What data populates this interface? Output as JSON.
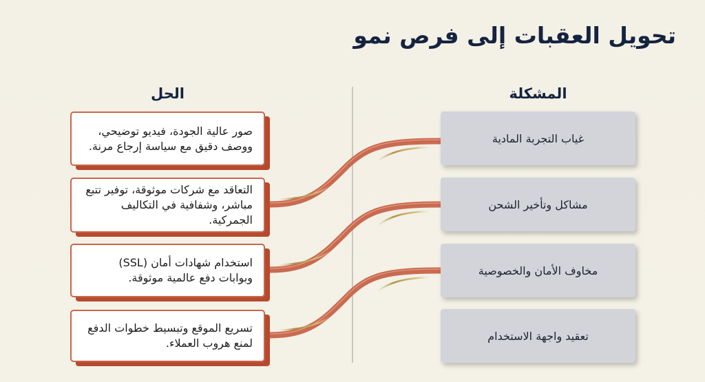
{
  "title": "تحويل العقبات إلى فرص نمو",
  "columns": {
    "problem_header": "المشكلة",
    "solution_header": "الحل"
  },
  "problems": [
    {
      "label": "غياب التجربة المادية"
    },
    {
      "label": "مشاكل وتأخير الشحن"
    },
    {
      "label": "مخاوف الأمان والخصوصية"
    },
    {
      "label": "تعقيد واجهة الاستخدام"
    }
  ],
  "solutions": [
    {
      "label": "صور عالية الجودة، فيديو توضيحي، ووصف دقيق مع سياسة إرجاع مرنة."
    },
    {
      "label": "التعاقد مع شركات موثوقة، توفير تتبع مباشر، وشفافية في التكاليف الجمركية."
    },
    {
      "label": "استخدام شهادات أمان (SSL) وبوابات دفع عالمية موثوقة."
    },
    {
      "label": "تسريع الموقع وتبسيط خطوات الدفع لمنع هروب العملاء."
    }
  ],
  "connections": [
    {
      "from_problem": 1,
      "to_solution": 2
    },
    {
      "from_problem": 2,
      "to_solution": 3
    },
    {
      "from_problem": 3,
      "to_solution": 4
    }
  ],
  "colors": {
    "background": "#f3f0e5",
    "title": "#14233f",
    "problem_fill": "#d2d4da",
    "solution_border": "#c8664b",
    "solution_shadow": "#b54a2e",
    "connector": "#c96a52",
    "connector_highlight": "#f2b58f",
    "accent_gold": "#b59a4a",
    "divider": "#c9c7c0"
  }
}
